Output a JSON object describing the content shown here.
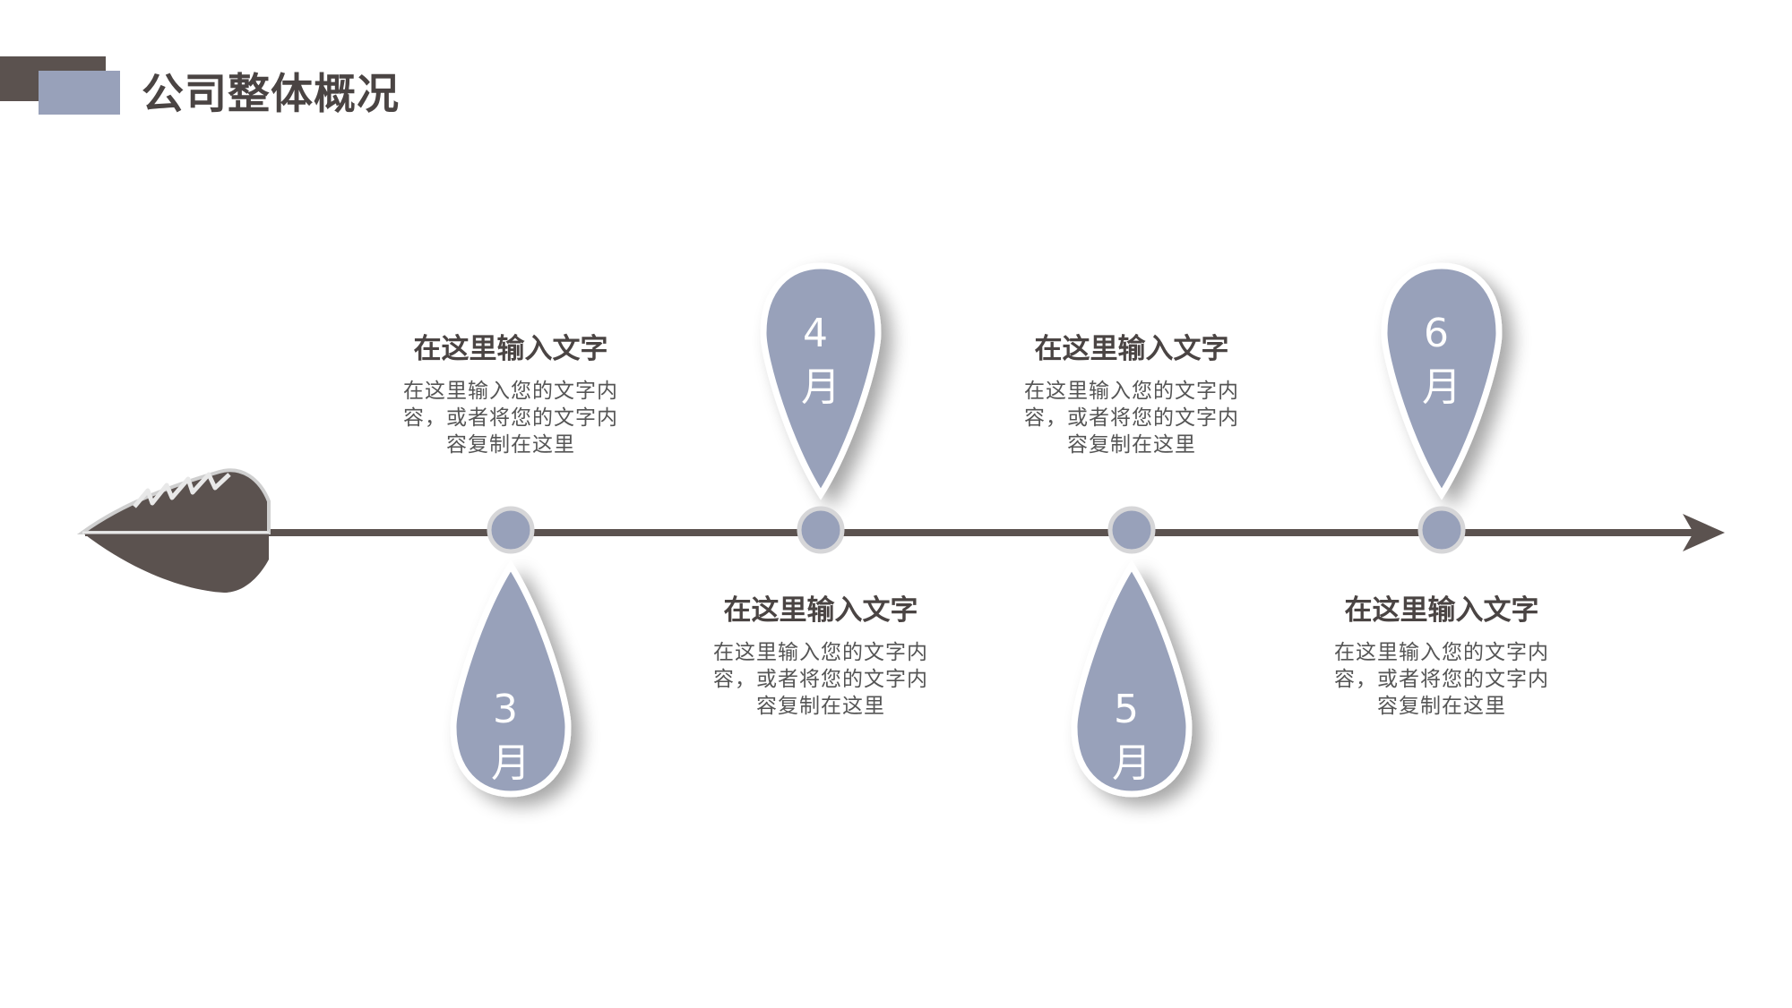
{
  "title": "公司整体概况",
  "colors": {
    "dark": "#5b524f",
    "accent": "#98a1ba",
    "text": "#4a4443"
  },
  "milestones": [
    {
      "month": "3",
      "unit": "月",
      "title": "在这里输入文字",
      "body": "在这里输入您的文字内容，或者将您的文字内容复制在这里"
    },
    {
      "month": "4",
      "unit": "月",
      "title": "在这里输入文字",
      "body": "在这里输入您的文字内容，或者将您的文字内容复制在这里"
    },
    {
      "month": "5",
      "unit": "月",
      "title": "在这里输入文字",
      "body": "在这里输入您的文字内容，或者将您的文字内容复制在这里"
    },
    {
      "month": "6",
      "unit": "月",
      "title": "在这里输入文字",
      "body": "在这里输入您的文字内容，或者将您的文字内容复制在这里"
    }
  ]
}
